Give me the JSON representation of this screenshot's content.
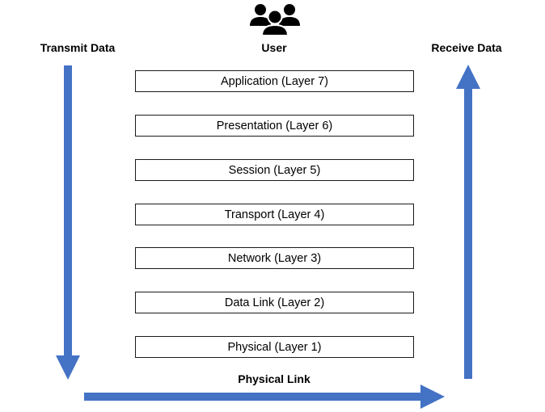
{
  "headings": {
    "transmit": "Transmit Data",
    "user": "User",
    "receive": "Receive Data",
    "physical_link": "Physical Link"
  },
  "layers": [
    "Application (Layer 7)",
    "Presentation (Layer 6)",
    "Session (Layer 5)",
    "Transport (Layer 4)",
    "Network (Layer 3)",
    "Data Link (Layer 2)",
    "Physical (Layer 1)"
  ],
  "colors": {
    "arrow": "#4472c4",
    "box_border": "#1a1a1a",
    "icon": "#000000"
  },
  "icons": {
    "user": "users-group-icon"
  }
}
